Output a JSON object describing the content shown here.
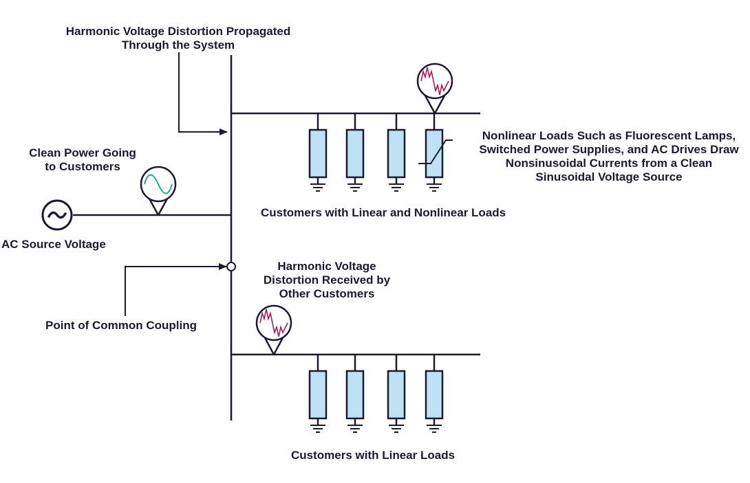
{
  "labels": {
    "propagated_line1": "Harmonic Voltage Distortion Propagated",
    "propagated_line2": "Through the System",
    "clean_line1": "Clean Power Going",
    "clean_line2": "to Customers",
    "ac_source": "AC Source Voltage",
    "pcc": "Point of Common Coupling",
    "received_line1": "Harmonic Voltage",
    "received_line2": "Distortion Received by",
    "received_line3": "Other Customers",
    "nonlinear_line1": "Nonlinear Loads Such as Fluorescent Lamps,",
    "nonlinear_line2": "Switched Power Supplies, and AC Drives Draw",
    "nonlinear_line3": "Nonsinusoidal Currents from a Clean",
    "nonlinear_line4": "Sinusoidal Voltage Source",
    "top_customers": "Customers with Linear and Nonlinear Loads",
    "bottom_customers": "Customers with Linear Loads"
  },
  "colors": {
    "line": "#1a1a2e",
    "load_fill": "#bfe1f5",
    "clean_wave": "#1aa88a",
    "distorted_wave": "#b0154f"
  },
  "icons": {
    "source": "ac-source-tilde-icon",
    "clean_probe": "clean-sine-probe-icon",
    "distorted_probe": "distorted-wave-probe-icon",
    "ground": "ground-symbol-icon"
  }
}
